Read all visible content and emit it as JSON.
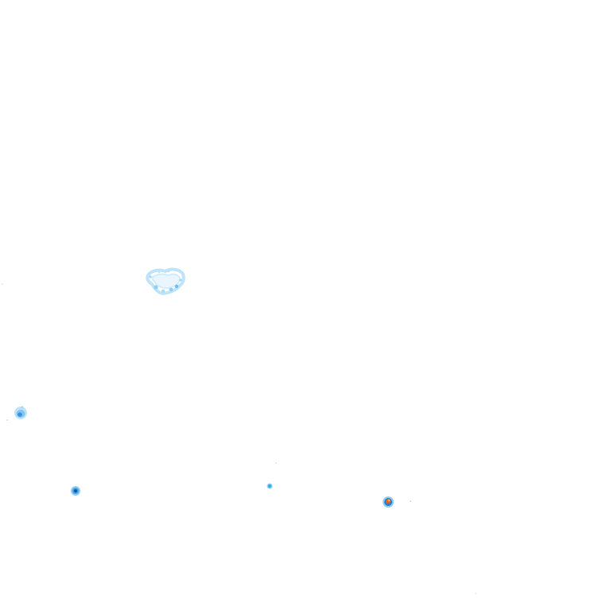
{
  "map": {
    "background_color": "#ffffff",
    "layer": "precipitation-radar",
    "intensity_colors": {
      "very_light": "#d2ecfb",
      "light": "#8fd0f4",
      "moderate": "#3fa2e6",
      "heavy": "#1f5fb8",
      "intense": "#e0602a",
      "extreme": "#f3b23a"
    },
    "echoes": [
      {
        "id": "cluster-west-central",
        "max_intensity": "light"
      },
      {
        "id": "cell-far-west",
        "max_intensity": "moderate"
      },
      {
        "id": "cell-southwest",
        "max_intensity": "heavy"
      },
      {
        "id": "cell-south-central",
        "max_intensity": "moderate"
      },
      {
        "id": "cell-southeast",
        "max_intensity": "intense"
      }
    ]
  }
}
